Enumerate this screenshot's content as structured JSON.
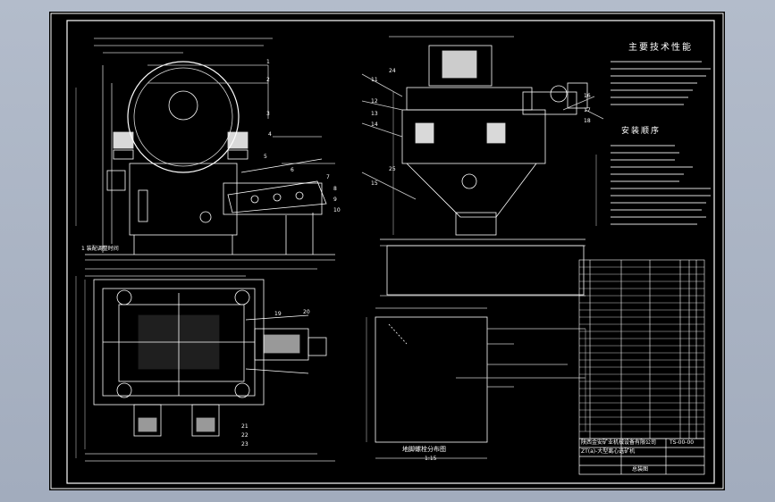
{
  "drawing": {
    "spec_title": "主要技术性能",
    "install_title": "安装顺序",
    "pit_label": "地脚螺栓分布图",
    "pit_scale": "1:15",
    "drawing_no": "TS-00-00",
    "sheet_name": "总装图",
    "title_row_1": "陕西金安矿业机械设备有限公司",
    "title_row_2": "ZT(a)-大型离心选矿机",
    "view_label": "1 装配调整时间"
  },
  "callouts": [
    "1",
    "2",
    "3",
    "4",
    "5",
    "6",
    "7",
    "8",
    "9",
    "10",
    "11",
    "12",
    "13",
    "14",
    "15",
    "16",
    "17",
    "18",
    "19",
    "20",
    "21",
    "22",
    "23",
    "24",
    "25"
  ]
}
